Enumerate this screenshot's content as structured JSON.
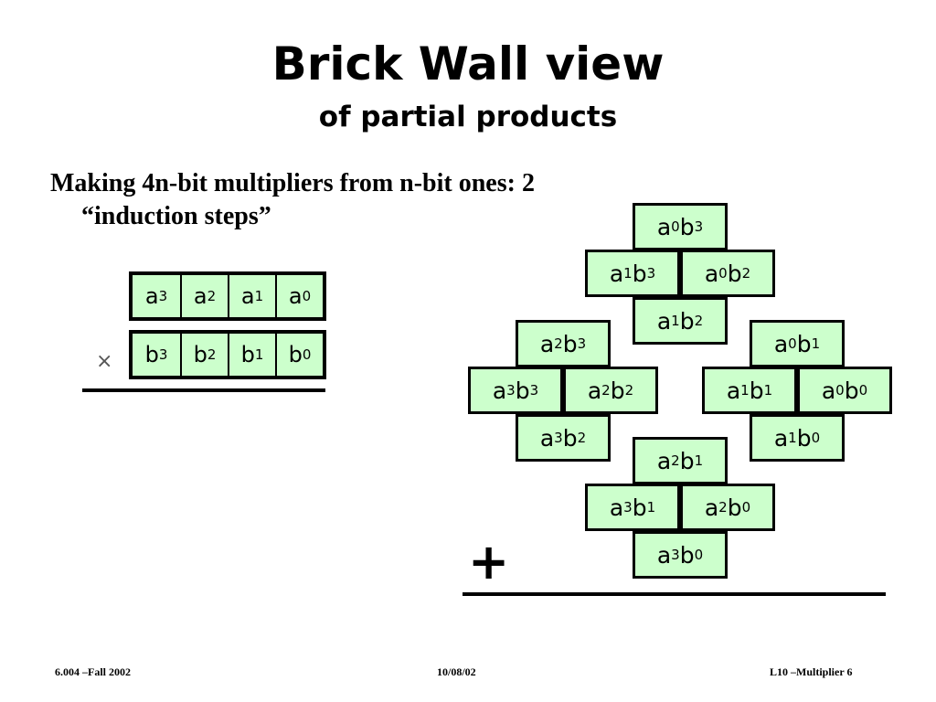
{
  "slide": {
    "title": "Brick Wall view",
    "subtitle": "of partial products",
    "bullet": "Making 4n-bit multipliers from n-bit ones: 2  “induction steps”"
  },
  "multiplicand": [
    {
      "var": "a",
      "sub": "3"
    },
    {
      "var": "a",
      "sub": "2"
    },
    {
      "var": "a",
      "sub": "1"
    },
    {
      "var": "a",
      "sub": "0"
    }
  ],
  "multiplier": [
    {
      "var": "b",
      "sub": "3"
    },
    {
      "var": "b",
      "sub": "2"
    },
    {
      "var": "b",
      "sub": "1"
    },
    {
      "var": "b",
      "sub": "0"
    }
  ],
  "times_symbol": "×",
  "plus_symbol": "+",
  "partial_products": [
    {
      "a": "0",
      "b": "3"
    },
    {
      "a": "1",
      "b": "3"
    },
    {
      "a": "0",
      "b": "2"
    },
    {
      "a": "1",
      "b": "2"
    },
    {
      "a": "2",
      "b": "3"
    },
    {
      "a": "3",
      "b": "3"
    },
    {
      "a": "2",
      "b": "2"
    },
    {
      "a": "3",
      "b": "2"
    },
    {
      "a": "0",
      "b": "1"
    },
    {
      "a": "1",
      "b": "1"
    },
    {
      "a": "0",
      "b": "0"
    },
    {
      "a": "1",
      "b": "0"
    },
    {
      "a": "2",
      "b": "1"
    },
    {
      "a": "3",
      "b": "1"
    },
    {
      "a": "2",
      "b": "0"
    },
    {
      "a": "3",
      "b": "0"
    }
  ],
  "footer": {
    "course": "6.004 –Fall  2002",
    "date": "10/08/02",
    "slide_ref": "L10 –Multiplier  6"
  },
  "colors": {
    "brick_fill": "#ccffcc",
    "outline": "#000000"
  }
}
